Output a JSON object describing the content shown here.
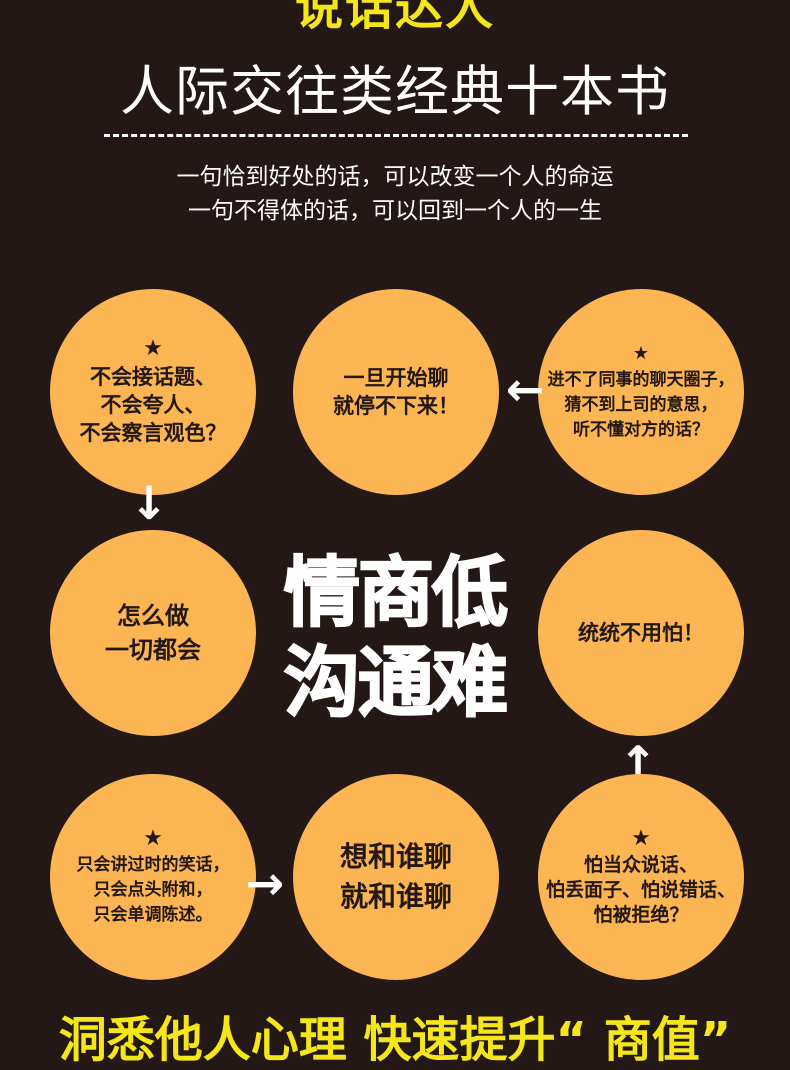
{
  "header": {
    "top_banner": "说话达人",
    "title": "人际交往类经典十本书",
    "lines": [
      "一句恰到好处的话，可以改变一个人的命运",
      "一句不得体的话，可以回到一个人的一生"
    ]
  },
  "center": {
    "line1": "情商低",
    "line2": "沟通难"
  },
  "circles": {
    "top_left": {
      "star": "★",
      "lines": [
        "不会接话题、",
        "不会夸人、",
        "不会察言观色？"
      ]
    },
    "top_middle": {
      "lines": [
        "一旦开始聊",
        "就停不下来！"
      ]
    },
    "top_right": {
      "star": "★",
      "lines": [
        "进不了同事的聊天圈子，",
        "猜不到上司的意思，",
        "听不懂对方的话？"
      ]
    },
    "mid_left": {
      "lines": [
        "怎么做",
        "一切都会"
      ]
    },
    "mid_right": {
      "lines": [
        "统统不用怕！"
      ]
    },
    "bottom_left": {
      "star": "★",
      "lines": [
        "只会讲过时的笑话，",
        "只会点头附和，",
        "只会单调陈述。"
      ]
    },
    "bottom_middle": {
      "lines": [
        "想和谁聊",
        "就和谁聊"
      ]
    },
    "bottom_right": {
      "star": "★",
      "lines": [
        "怕当众说话、",
        "怕丢面子、怕说错话、",
        "怕被拒绝？"
      ]
    }
  },
  "arrows": {
    "top_right_to_middle": "←",
    "top_left_down": "↓",
    "bottom_left_to_middle": "→",
    "bottom_right_up": "↑"
  },
  "footer": {
    "bottom_banner": "洞悉他人心理 快速提升“ 商值”"
  }
}
